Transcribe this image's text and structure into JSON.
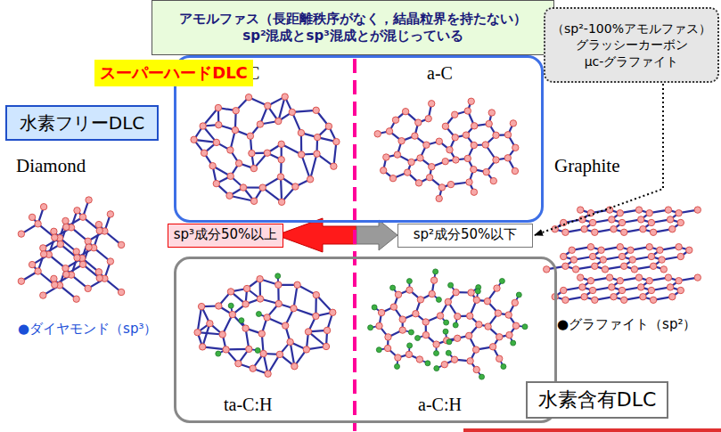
{
  "diagram": {
    "nodes": [
      {
        "text": [
          "アモルファス（長距離秩序がなく，結晶粒界を持たない）",
          "sp²混成とsp³混成とが混じっている"
        ]
      },
      {
        "text": [
          "スーパーハードDLC"
        ]
      },
      {
        "text": [
          "ta-C",
          "a-C"
        ]
      },
      {
        "text": [
          "水素フリーDLC"
        ]
      },
      {
        "text": [
          "（sp²-100%アモルファス）",
          "グラッシーカーボン",
          "μc-グラファイト"
        ]
      },
      {
        "text": [
          "sp³成分50%以上"
        ]
      },
      {
        "text": [
          "sp²成分50%以下"
        ]
      },
      {
        "text": [
          "ta-C:H",
          "a-C:H"
        ]
      },
      {
        "text": [
          "水素含有DLC"
        ]
      }
    ],
    "edges": [
      {
        "from": 4,
        "to": 6,
        "arrow": "to"
      }
    ],
    "labels": [
      "Diamond",
      "●ダイヤモンド（sp³）",
      "Graphite",
      "●グラファイト（sp²）"
    ]
  }
}
